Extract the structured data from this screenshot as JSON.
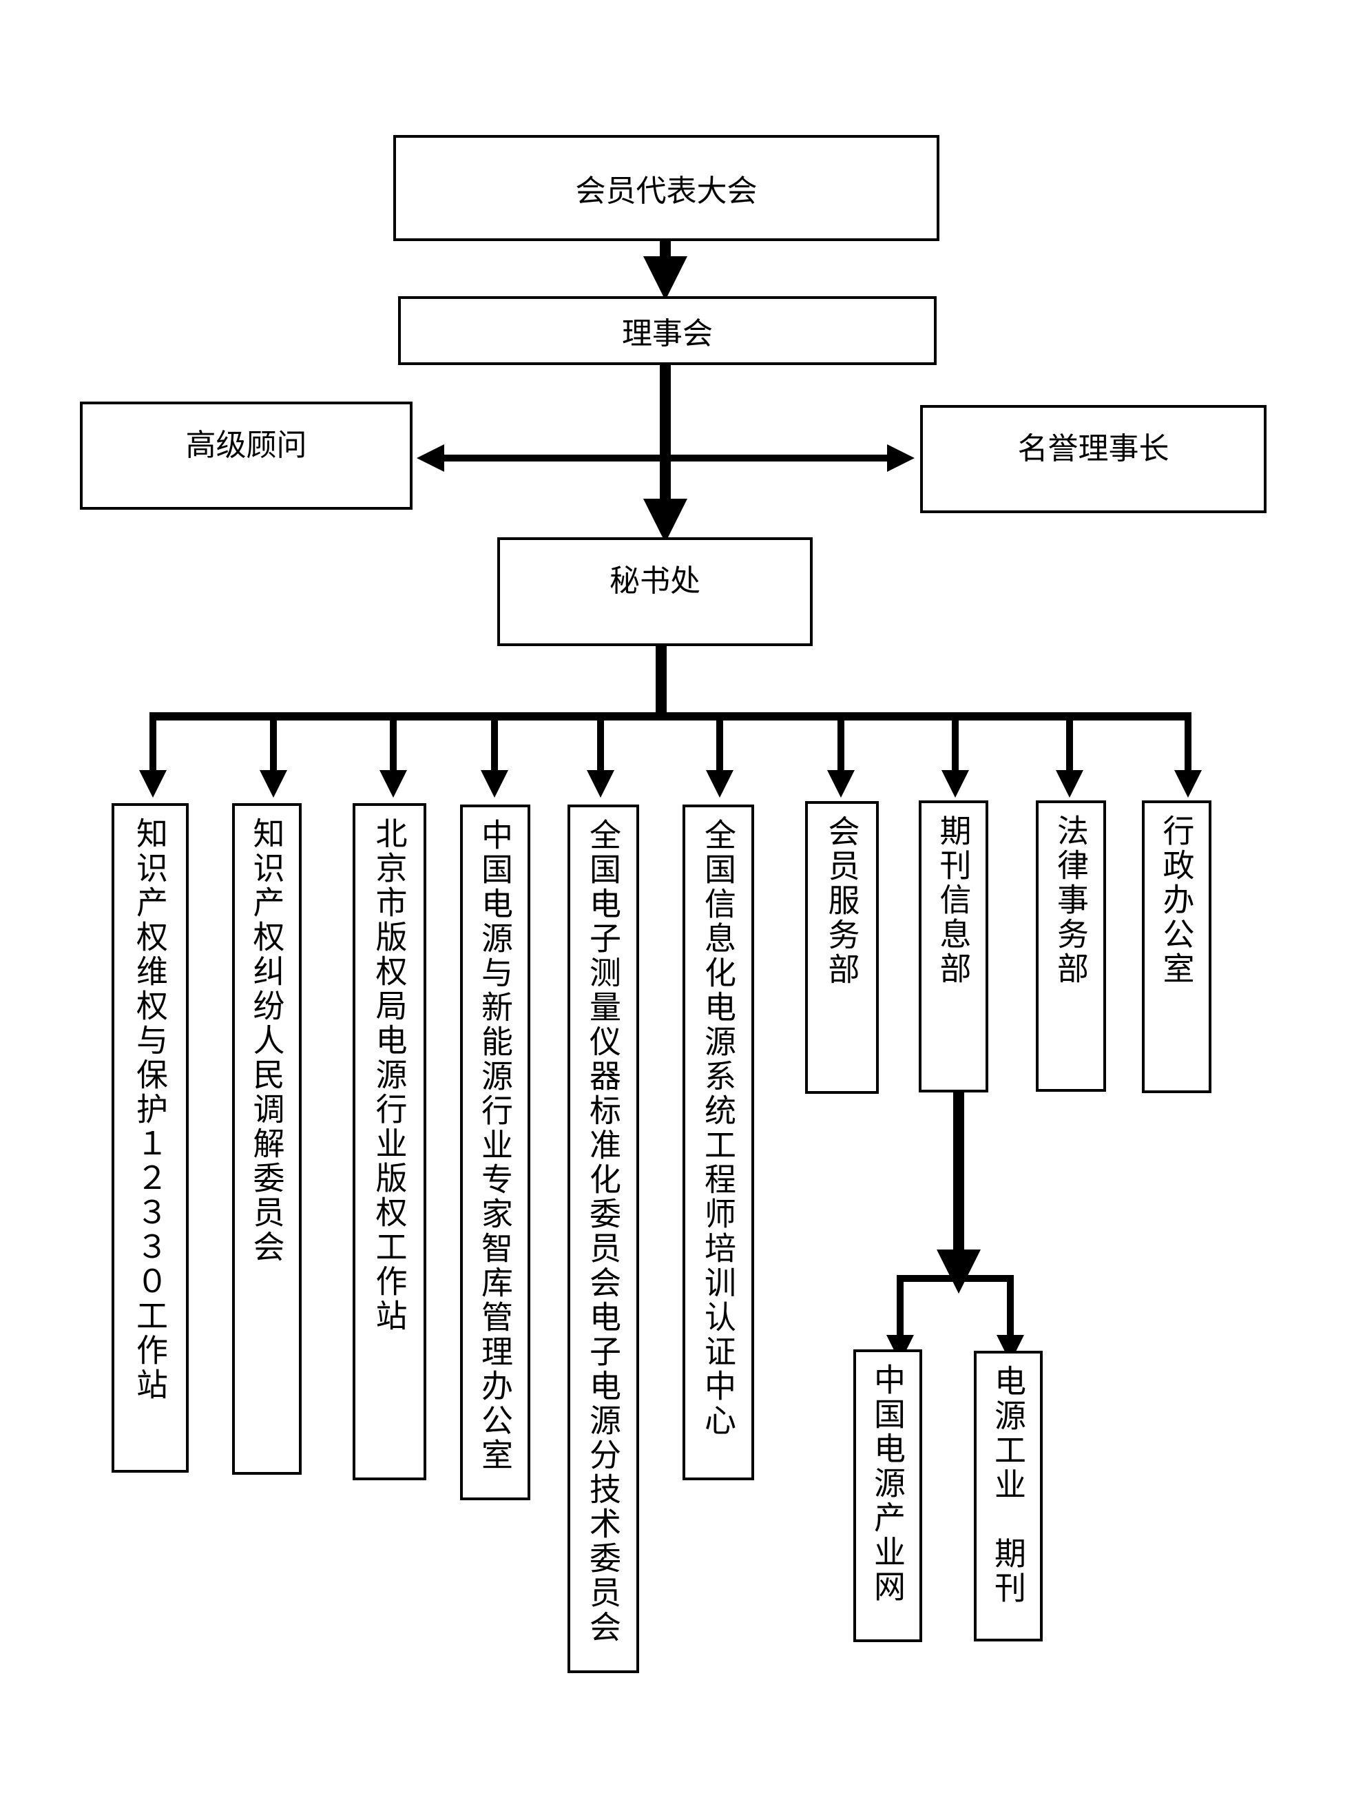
{
  "nodes": {
    "congress": "会员代表大会",
    "council": "理事会",
    "advisor": "高级顾问",
    "honorary": "名誉理事长",
    "secretariat": "秘书处",
    "dept1": "知识产权维权与保护１２３３０工作站",
    "dept2": "知识产权纠纷人民调解委员会",
    "dept3": "北京市版权局电源行业版权工作站",
    "dept4": "中国电源与新能源行业专家智库管理办公室",
    "dept5": "全国电子测量仪器标准化委员会电子电源分技术委员会",
    "dept6": "全国信息化电源系统工程师培训认证中心",
    "dept7": "会员服务部",
    "dept8": "期刊信息部",
    "dept9": "法律事务部",
    "dept10": "行政办公室",
    "sub1": "中国电源产业网",
    "sub2": "电源工业　期刊"
  },
  "colors": {
    "line": "#000000",
    "box_border": "#000000",
    "background": "#ffffff"
  }
}
